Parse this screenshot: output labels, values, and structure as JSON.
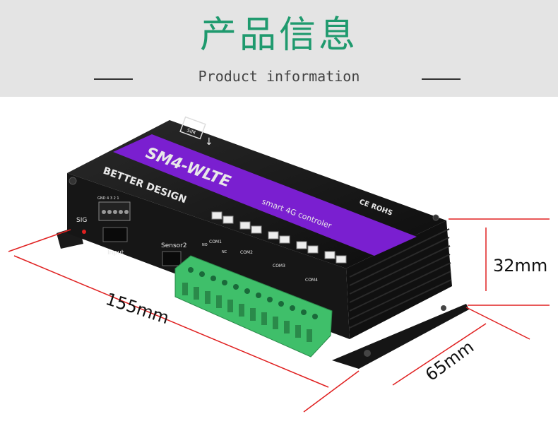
{
  "header": {
    "title": "产品信息",
    "subtitle": "Product information"
  },
  "device": {
    "model": "SM4-WLTE",
    "tagline": "smart 4G controler",
    "brand": "BETTER DESIGN",
    "sim_label": "SIM",
    "cert": "CE ROHS",
    "sig_label": "SIG",
    "input_label": "Input",
    "input_pins": "GND 4 3 2 1",
    "sensor_label": "Sensor2",
    "relay_groups": [
      "COM1",
      "COM2",
      "COM3",
      "COM4"
    ],
    "relay_pins": [
      "NO",
      "NC"
    ]
  },
  "dimensions": {
    "length": "155mm",
    "width": "65mm",
    "height": "32mm"
  },
  "colors": {
    "accent_green": "#1f9a6e",
    "body": "#141414",
    "label_purple": "#7a1fd0",
    "terminal_green": "#3fbf6a",
    "dimension_red": "#e02020"
  }
}
